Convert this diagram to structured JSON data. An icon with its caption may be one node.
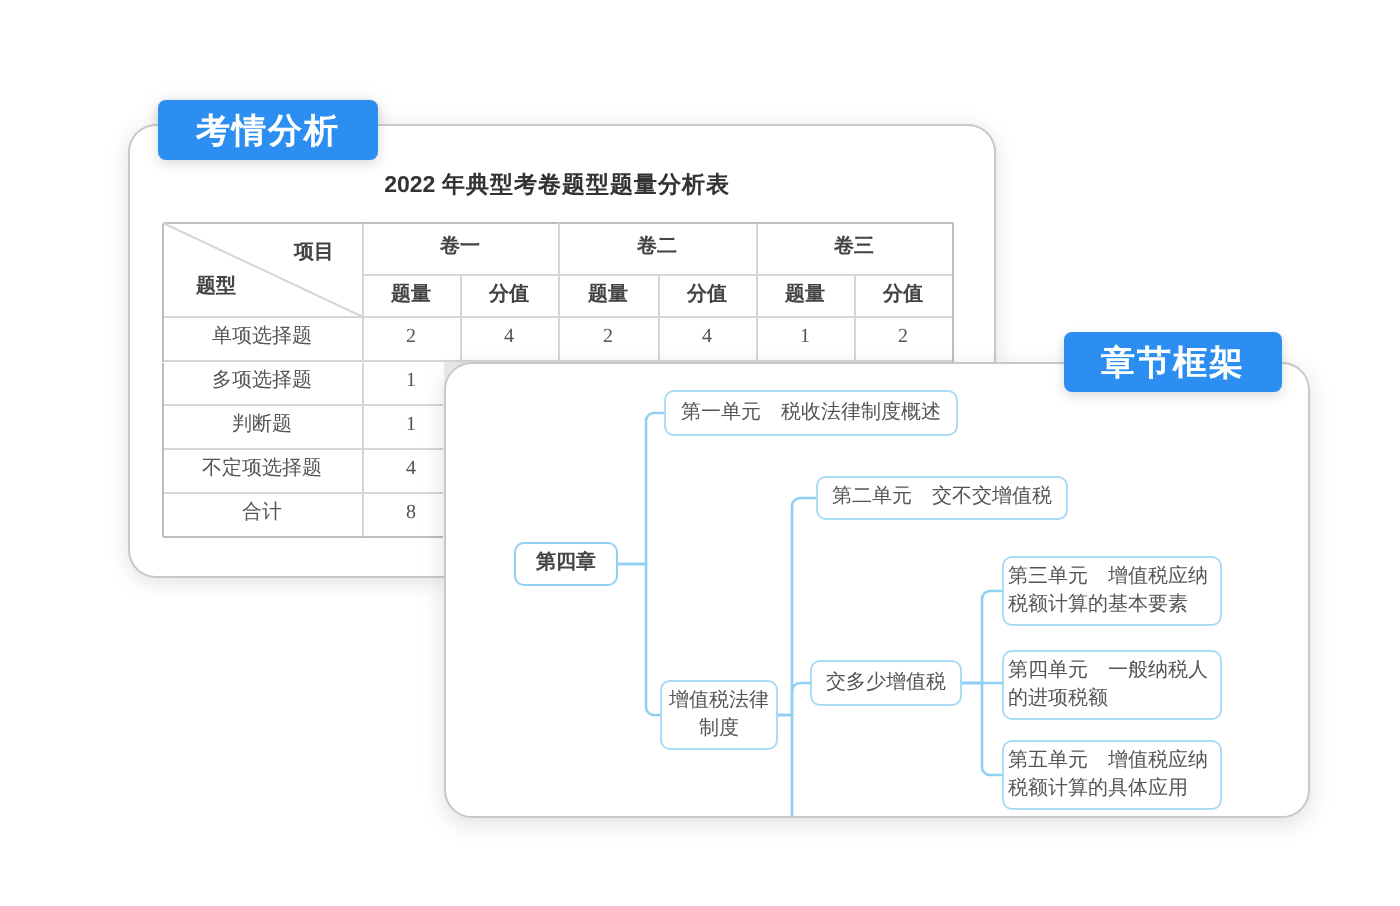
{
  "diagram": {
    "nodes": [
      {
        "text": [
          "考情分析",
          "2022 年典型考卷题型题量分析表"
        ]
      },
      {
        "text": [
          "章节框架"
        ]
      },
      {
        "text": [
          "第四章"
        ],
        "in": 1
      },
      {
        "text": [
          "第一单元　税收法律制度概述"
        ],
        "in": 1
      },
      {
        "text": [
          "增值税法律制度"
        ],
        "in": 1
      },
      {
        "text": [
          "第二单元　交不交增值税"
        ],
        "in": 1
      },
      {
        "text": [
          "交多少增值税"
        ],
        "in": 1
      },
      {
        "text": [
          "第三单元　增值税应纳税额计算的基本要素"
        ],
        "in": 1
      },
      {
        "text": [
          "第四单元　一般纳税人的进项税额"
        ],
        "in": 1
      },
      {
        "text": [
          "第五单元　增值税应纳税额计算的具体应用"
        ],
        "in": 1
      }
    ],
    "edges": [
      {
        "from": 2,
        "to": 3,
        "arrow": "none"
      },
      {
        "from": 2,
        "to": 4,
        "arrow": "none"
      },
      {
        "from": 4,
        "to": 5,
        "arrow": "none"
      },
      {
        "from": 4,
        "to": 6,
        "arrow": "none"
      },
      {
        "from": 6,
        "to": 7,
        "arrow": "none"
      },
      {
        "from": 6,
        "to": 8,
        "arrow": "none"
      },
      {
        "from": 6,
        "to": 9,
        "arrow": "none"
      }
    ],
    "labels": [
      "项目",
      "题型",
      "卷一",
      "卷二",
      "卷三",
      "题量",
      "分值",
      "题量",
      "分值",
      "题量",
      "分值",
      "单项选择题",
      "2",
      "4",
      "2",
      "4",
      "1",
      "2",
      "多项选择题",
      "1",
      "判断题",
      "1",
      "不定项选择题",
      "4",
      "合计",
      "8"
    ]
  }
}
